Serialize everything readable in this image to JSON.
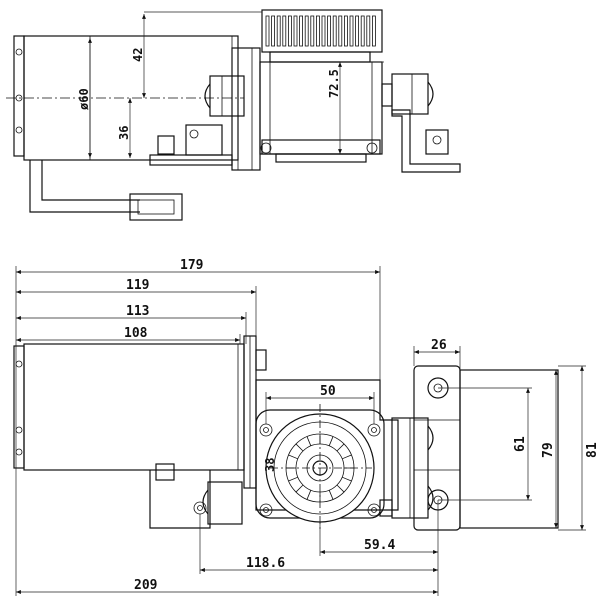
{
  "top_view": {
    "dims": {
      "d42": "42",
      "d72_5": "72.5",
      "d60": "ø60",
      "d36": "36"
    }
  },
  "front_view": {
    "dims": {
      "d179": "179",
      "d119": "119",
      "d113": "113",
      "d108": "108",
      "d26": "26",
      "d50": "50",
      "d61": "61",
      "d79": "79",
      "d81": "81",
      "d38": "38",
      "d59_4": "59.4",
      "d118_6": "118.6",
      "d209": "209"
    }
  },
  "colors": {
    "line": "#111111",
    "background": "#ffffff"
  }
}
